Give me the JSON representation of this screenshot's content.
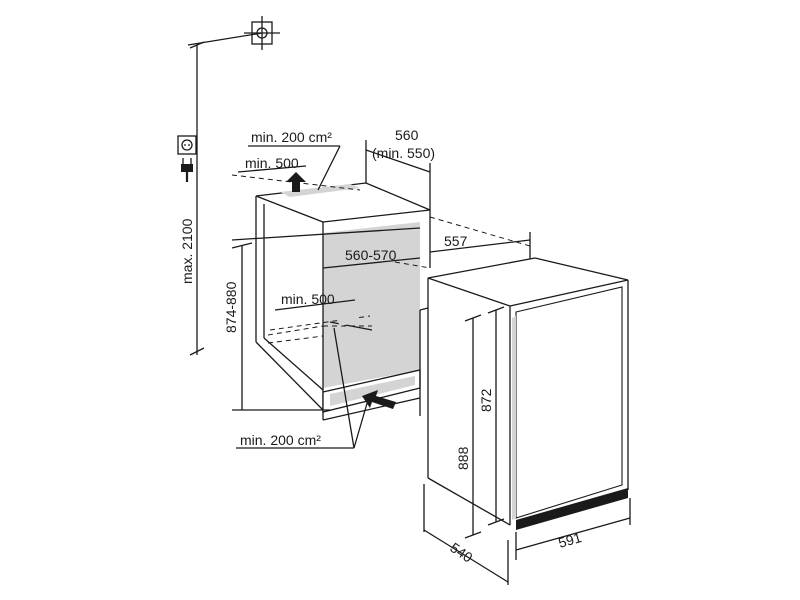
{
  "labels": {
    "top_vent": "min. 200 cm²",
    "top_depth": "min. 500",
    "niche_width": "560",
    "niche_width_min": "(min. 550)",
    "inner_width": "560-570",
    "side_depth": "557",
    "shelf_depth": "min. 500",
    "niche_height": "874-880",
    "max_height": "max. 2100",
    "bottom_vent": "min. 200 cm²",
    "door_height": "872",
    "total_height": "888",
    "depth": "540",
    "width": "591"
  },
  "icons": [
    "power-socket-icon",
    "power-plug-icon",
    "mounting-point-icon",
    "airflow-arrow-icon"
  ],
  "colors": {
    "line": "#1a1a1a",
    "cavity": "#d4d4d4"
  }
}
